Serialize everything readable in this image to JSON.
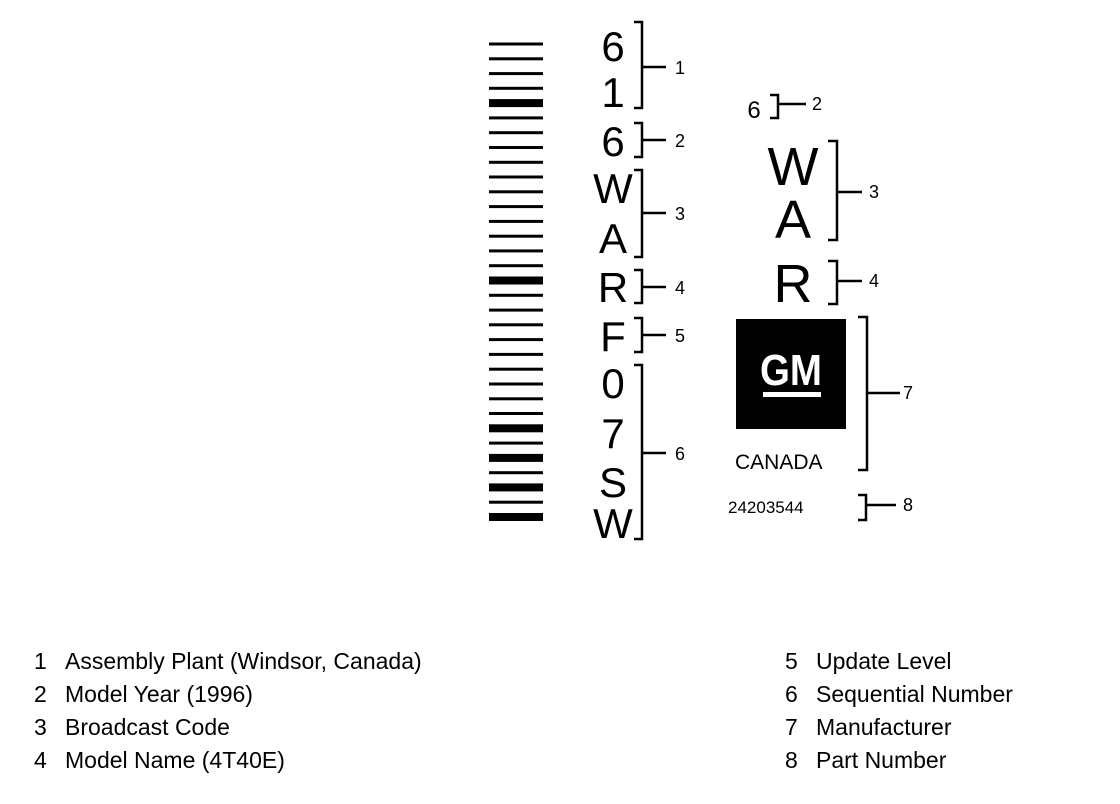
{
  "barcode": {
    "bars": [
      {
        "t": "thin"
      },
      {
        "t": "thin"
      },
      {
        "t": "thin"
      },
      {
        "t": "thin"
      },
      {
        "t": "thick"
      },
      {
        "t": "thin"
      },
      {
        "t": "thin"
      },
      {
        "t": "thin"
      },
      {
        "t": "thin"
      },
      {
        "t": "thin"
      },
      {
        "t": "thin"
      },
      {
        "t": "thin"
      },
      {
        "t": "thin"
      },
      {
        "t": "thin"
      },
      {
        "t": "thin"
      },
      {
        "t": "thin"
      },
      {
        "t": "thick"
      },
      {
        "t": "thin"
      },
      {
        "t": "thin"
      },
      {
        "t": "thin"
      },
      {
        "t": "thin"
      },
      {
        "t": "thin"
      },
      {
        "t": "thin"
      },
      {
        "t": "thin"
      },
      {
        "t": "thin"
      },
      {
        "t": "thin"
      },
      {
        "t": "thick"
      },
      {
        "t": "thin"
      },
      {
        "t": "thick"
      },
      {
        "t": "thin"
      },
      {
        "t": "thick"
      },
      {
        "t": "thin"
      },
      {
        "t": "thick"
      }
    ]
  },
  "left_column": {
    "characters": [
      "6",
      "1",
      "6",
      "W",
      "A",
      "R",
      "F",
      "0",
      "7",
      "S",
      "W"
    ],
    "brackets": [
      {
        "label": "1"
      },
      {
        "label": "2"
      },
      {
        "label": "3"
      },
      {
        "label": "4"
      },
      {
        "label": "5"
      },
      {
        "label": "6"
      }
    ]
  },
  "right_column": {
    "small_char": "6",
    "small_label": "2",
    "characters": [
      "W",
      "A",
      "R"
    ],
    "brackets": [
      {
        "label": "3"
      },
      {
        "label": "4"
      },
      {
        "label": "7"
      }
    ],
    "logo_text": "GM",
    "country": "CANADA",
    "part_number": "24203544",
    "part_label": "8"
  },
  "legend": {
    "left": [
      {
        "num": "1",
        "text": "Assembly Plant (Windsor, Canada)"
      },
      {
        "num": "2",
        "text": "Model Year (1996)"
      },
      {
        "num": "3",
        "text": "Broadcast Code"
      },
      {
        "num": "4",
        "text": "Model Name (4T40E)"
      }
    ],
    "right": [
      {
        "num": "5",
        "text": "Update Level"
      },
      {
        "num": "6",
        "text": "Sequential Number"
      },
      {
        "num": "7",
        "text": "Manufacturer"
      },
      {
        "num": "8",
        "text": "Part Number"
      }
    ]
  }
}
